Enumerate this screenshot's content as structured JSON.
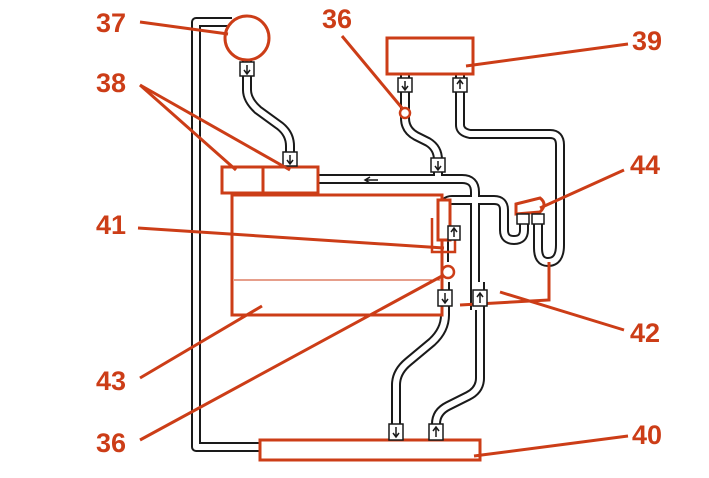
{
  "colors": {
    "accent": "#cc3d17",
    "pipe": "#ffffff",
    "outline": "#1a1a1a",
    "background": "#ffffff"
  },
  "callouts": {
    "c36a": "36",
    "c37": "37",
    "c38": "38",
    "c39": "39",
    "c41": "41",
    "c44": "44",
    "c42": "42",
    "c43": "43",
    "c36b": "36",
    "c40": "40"
  },
  "icons": [
    "up-arrow-icon",
    "down-arrow-icon",
    "left-arrow-icon"
  ]
}
